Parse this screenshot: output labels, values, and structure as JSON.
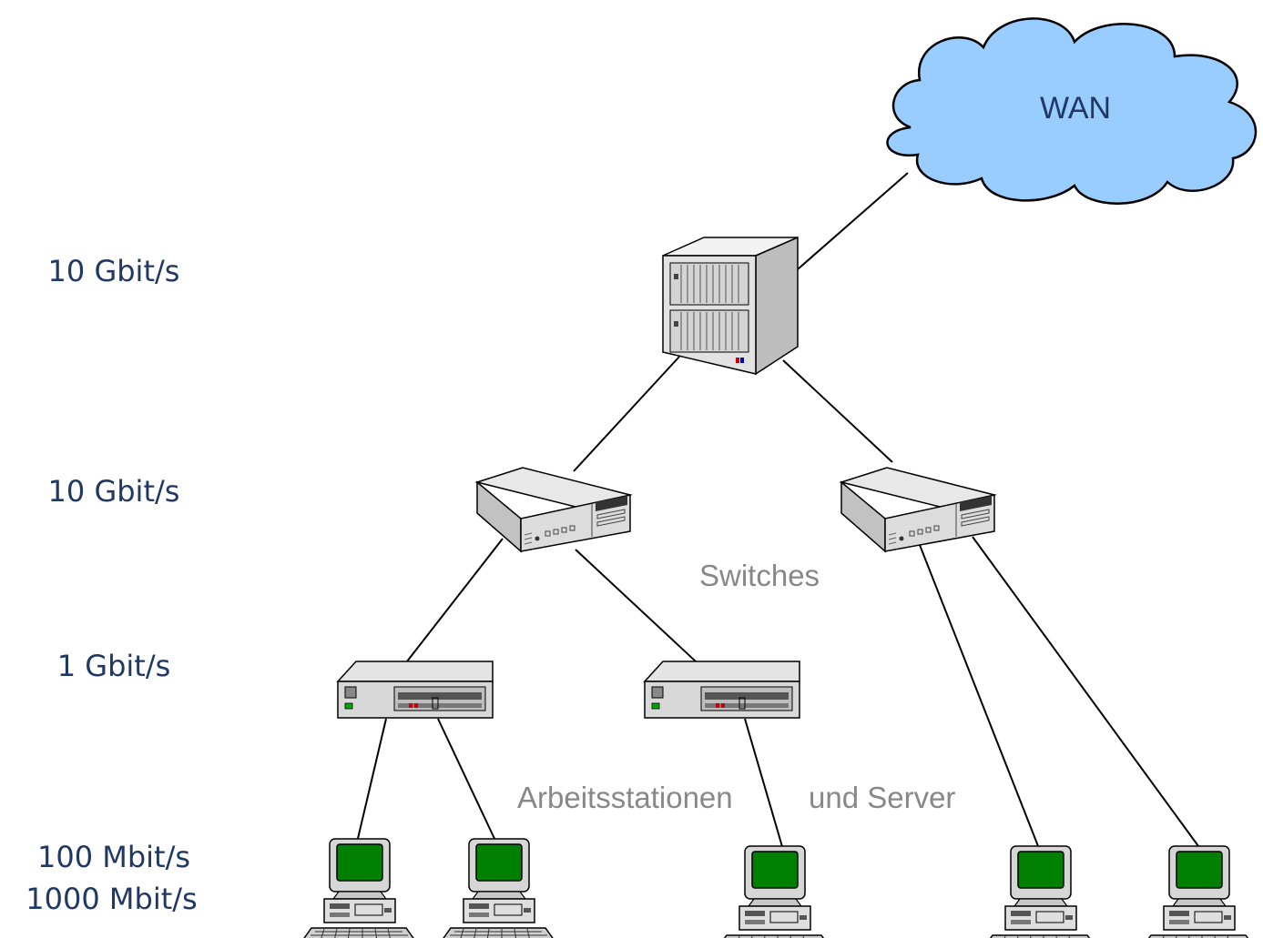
{
  "labels": {
    "wan": "WAN",
    "switches": "Switches",
    "workstations_part1": "Arbeitsstationen",
    "workstations_part2": "und Server"
  },
  "speeds": [
    {
      "text": "10 Gbit/s"
    },
    {
      "text": "10 Gbit/s"
    },
    {
      "text": "1 Gbit/s"
    },
    {
      "text": "100 Mbit/s"
    },
    {
      "text": "1000 Mbit/s"
    }
  ],
  "colors": {
    "cloud_fill": "#99ccff",
    "screen": "#008000",
    "device_body": "#e0e0e0",
    "line": "#000000",
    "speed_text": "#1f3864",
    "gray_text": "#888888"
  }
}
